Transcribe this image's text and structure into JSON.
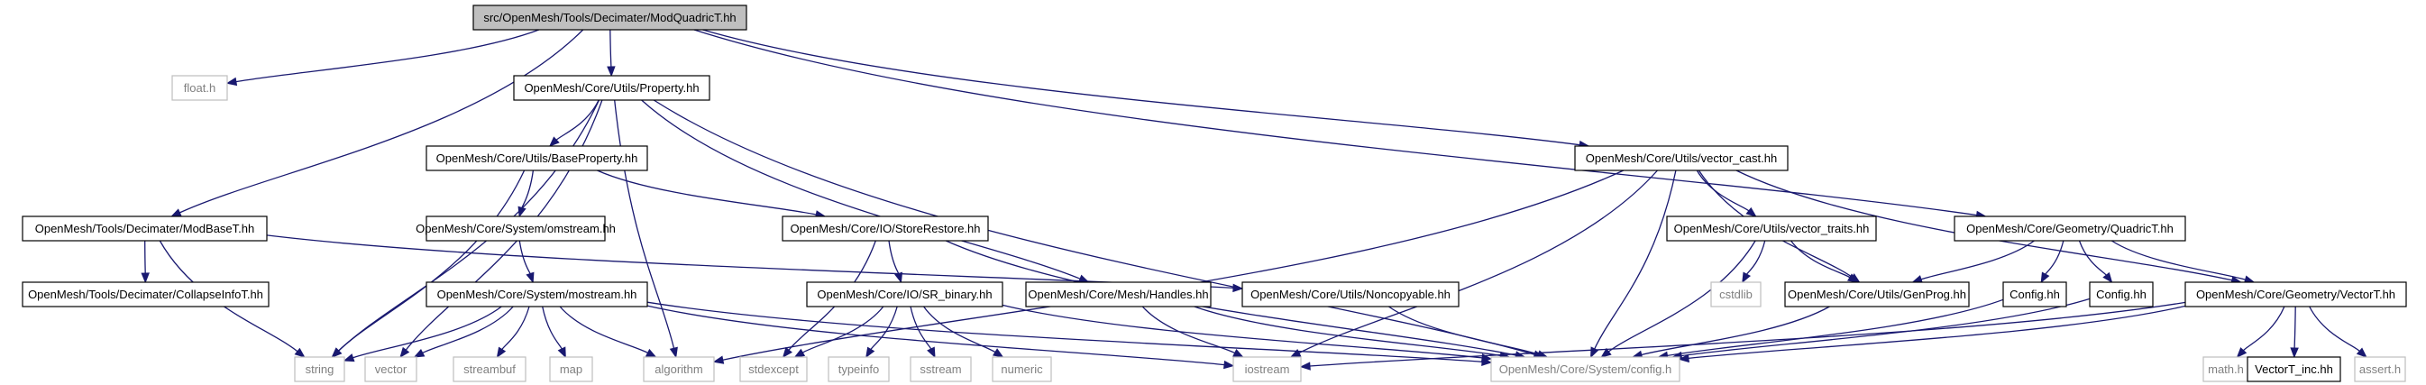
{
  "graph": {
    "root": "n0",
    "colors": {
      "edge": "#191970",
      "node_border": "#000000",
      "external_border": "#bfbfbf",
      "external_text": "#808080",
      "node_text": "#000000",
      "root_fill": "#bfbfbf",
      "node_fill": "#ffffff"
    },
    "nodes": [
      {
        "id": "n0",
        "label": "src/OpenMesh/Tools/Decimater/ModQuadricT.hh",
        "kind": "root"
      },
      {
        "id": "n1",
        "label": "float.h",
        "kind": "external"
      },
      {
        "id": "n2",
        "label": "OpenMesh/Core/Utils/Property.hh",
        "kind": "internal"
      },
      {
        "id": "n3",
        "label": "OpenMesh/Core/Utils/BaseProperty.hh",
        "kind": "internal"
      },
      {
        "id": "n4",
        "label": "OpenMesh/Core/Utils/vector_cast.hh",
        "kind": "internal"
      },
      {
        "id": "n5",
        "label": "OpenMesh/Tools/Decimater/ModBaseT.hh",
        "kind": "internal"
      },
      {
        "id": "n6",
        "label": "OpenMesh/Core/System/omstream.hh",
        "kind": "internal"
      },
      {
        "id": "n7",
        "label": "OpenMesh/Core/IO/StoreRestore.hh",
        "kind": "internal"
      },
      {
        "id": "n8",
        "label": "OpenMesh/Core/Utils/vector_traits.hh",
        "kind": "internal"
      },
      {
        "id": "n9",
        "label": "OpenMesh/Core/Geometry/QuadricT.hh",
        "kind": "internal"
      },
      {
        "id": "n10",
        "label": "OpenMesh/Tools/Decimater/CollapseInfoT.hh",
        "kind": "internal"
      },
      {
        "id": "n11",
        "label": "OpenMesh/Core/System/mostream.hh",
        "kind": "internal"
      },
      {
        "id": "n12",
        "label": "OpenMesh/Core/IO/SR_binary.hh",
        "kind": "internal"
      },
      {
        "id": "n13",
        "label": "OpenMesh/Core/Mesh/Handles.hh",
        "kind": "internal"
      },
      {
        "id": "n14",
        "label": "OpenMesh/Core/Utils/Noncopyable.hh",
        "kind": "internal"
      },
      {
        "id": "n15",
        "label": "cstdlib",
        "kind": "external"
      },
      {
        "id": "n16",
        "label": "OpenMesh/Core/Utils/GenProg.hh",
        "kind": "internal"
      },
      {
        "id": "n17",
        "label": "Config.hh",
        "kind": "internal"
      },
      {
        "id": "n18",
        "label": "Config.hh",
        "kind": "internal"
      },
      {
        "id": "n19",
        "label": "OpenMesh/Core/Geometry/VectorT.hh",
        "kind": "internal"
      },
      {
        "id": "n20",
        "label": "string",
        "kind": "external"
      },
      {
        "id": "n21",
        "label": "vector",
        "kind": "external"
      },
      {
        "id": "n22",
        "label": "streambuf",
        "kind": "external"
      },
      {
        "id": "n23",
        "label": "map",
        "kind": "external"
      },
      {
        "id": "n24",
        "label": "algorithm",
        "kind": "external"
      },
      {
        "id": "n25",
        "label": "stdexcept",
        "kind": "external"
      },
      {
        "id": "n26",
        "label": "typeinfo",
        "kind": "external"
      },
      {
        "id": "n27",
        "label": "sstream",
        "kind": "external"
      },
      {
        "id": "n28",
        "label": "numeric",
        "kind": "external"
      },
      {
        "id": "n29",
        "label": "iostream",
        "kind": "external"
      },
      {
        "id": "n30",
        "label": "OpenMesh/Core/System/config.h",
        "kind": "external"
      },
      {
        "id": "n31",
        "label": "math.h",
        "kind": "external"
      },
      {
        "id": "n32",
        "label": "VectorT_inc.hh",
        "kind": "internal"
      },
      {
        "id": "n33",
        "label": "assert.h",
        "kind": "external"
      }
    ],
    "edges": [
      [
        "n0",
        "n1"
      ],
      [
        "n0",
        "n2"
      ],
      [
        "n0",
        "n5"
      ],
      [
        "n0",
        "n4"
      ],
      [
        "n0",
        "n9"
      ],
      [
        "n2",
        "n3"
      ],
      [
        "n2",
        "n20"
      ],
      [
        "n2",
        "n21"
      ],
      [
        "n2",
        "n24"
      ],
      [
        "n2",
        "n13"
      ],
      [
        "n2",
        "n30"
      ],
      [
        "n3",
        "n6"
      ],
      [
        "n3",
        "n7"
      ],
      [
        "n3",
        "n20"
      ],
      [
        "n6",
        "n11"
      ],
      [
        "n11",
        "n20"
      ],
      [
        "n11",
        "n21"
      ],
      [
        "n11",
        "n22"
      ],
      [
        "n11",
        "n23"
      ],
      [
        "n11",
        "n24"
      ],
      [
        "n11",
        "n29"
      ],
      [
        "n11",
        "n30"
      ],
      [
        "n7",
        "n12"
      ],
      [
        "n7",
        "n25"
      ],
      [
        "n7",
        "n30"
      ],
      [
        "n12",
        "n25"
      ],
      [
        "n12",
        "n26"
      ],
      [
        "n12",
        "n27"
      ],
      [
        "n12",
        "n28"
      ],
      [
        "n12",
        "n30"
      ],
      [
        "n5",
        "n10"
      ],
      [
        "n5",
        "n14"
      ],
      [
        "n5",
        "n20"
      ],
      [
        "n13",
        "n29"
      ],
      [
        "n13",
        "n30"
      ],
      [
        "n14",
        "n30"
      ],
      [
        "n4",
        "n8"
      ],
      [
        "n4",
        "n16"
      ],
      [
        "n4",
        "n19"
      ],
      [
        "n4",
        "n24"
      ],
      [
        "n4",
        "n29"
      ],
      [
        "n4",
        "n30"
      ],
      [
        "n8",
        "n15"
      ],
      [
        "n8",
        "n16"
      ],
      [
        "n8",
        "n30"
      ],
      [
        "n16",
        "n30"
      ],
      [
        "n9",
        "n16"
      ],
      [
        "n9",
        "n17"
      ],
      [
        "n9",
        "n18"
      ],
      [
        "n9",
        "n19"
      ],
      [
        "n17",
        "n30"
      ],
      [
        "n18",
        "n30"
      ],
      [
        "n19",
        "n29"
      ],
      [
        "n19",
        "n30"
      ],
      [
        "n19",
        "n31"
      ],
      [
        "n19",
        "n32"
      ],
      [
        "n19",
        "n33"
      ]
    ]
  }
}
